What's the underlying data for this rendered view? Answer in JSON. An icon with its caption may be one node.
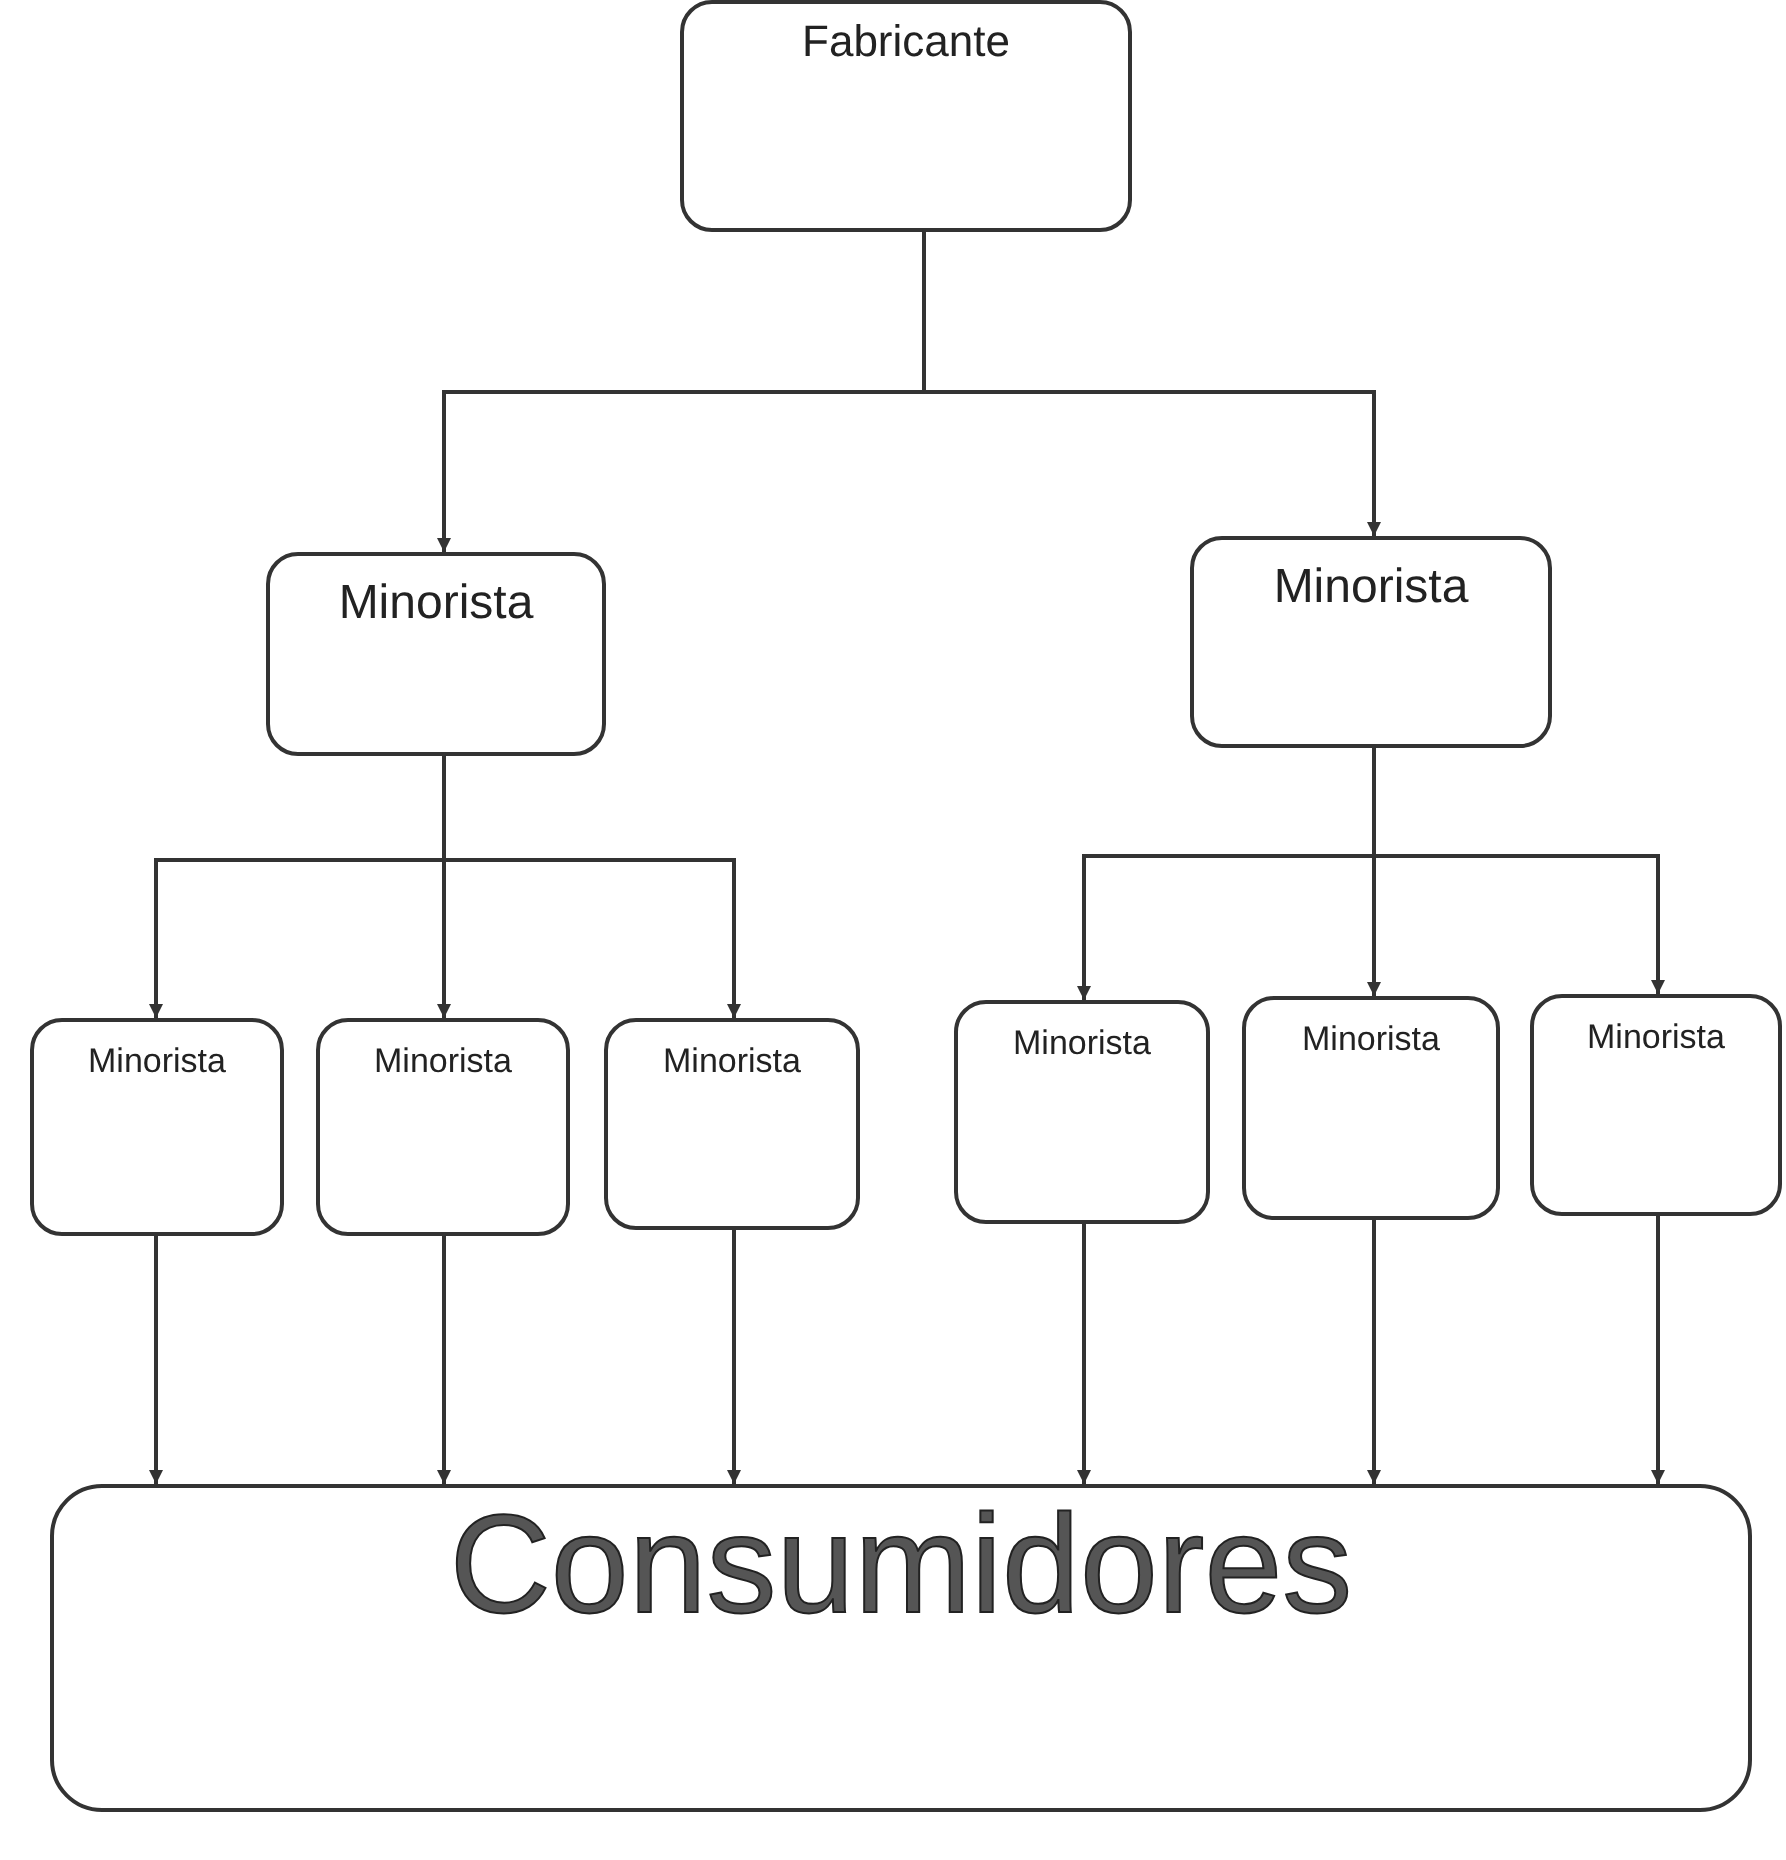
{
  "diagram": {
    "nodes": [
      {
        "text": [
          "Fabricante"
        ]
      },
      {
        "text": [
          "Minorista"
        ]
      },
      {
        "text": [
          "Minorista"
        ]
      },
      {
        "text": [
          "Minorista"
        ]
      },
      {
        "text": [
          "Minorista"
        ]
      },
      {
        "text": [
          "Minorista"
        ]
      },
      {
        "text": [
          "Minorista"
        ]
      },
      {
        "text": [
          "Minorista"
        ]
      },
      {
        "text": [
          "Minorista"
        ]
      },
      {
        "text": [
          "Consumidores"
        ]
      }
    ],
    "edges": [
      {
        "from": 0,
        "to": 1,
        "arrow": "to"
      },
      {
        "from": 0,
        "to": 2,
        "arrow": "to"
      },
      {
        "from": 1,
        "to": 3,
        "arrow": "to"
      },
      {
        "from": 1,
        "to": 4,
        "arrow": "to"
      },
      {
        "from": 1,
        "to": 5,
        "arrow": "to"
      },
      {
        "from": 2,
        "to": 6,
        "arrow": "to"
      },
      {
        "from": 2,
        "to": 7,
        "arrow": "to"
      },
      {
        "from": 2,
        "to": 8,
        "arrow": "to"
      },
      {
        "from": 3,
        "to": 9,
        "arrow": "to"
      },
      {
        "from": 4,
        "to": 9,
        "arrow": "to"
      },
      {
        "from": 5,
        "to": 9,
        "arrow": "to"
      },
      {
        "from": 6,
        "to": 9,
        "arrow": "to"
      },
      {
        "from": 7,
        "to": 9,
        "arrow": "to"
      },
      {
        "from": 8,
        "to": 9,
        "arrow": "to"
      }
    ]
  }
}
